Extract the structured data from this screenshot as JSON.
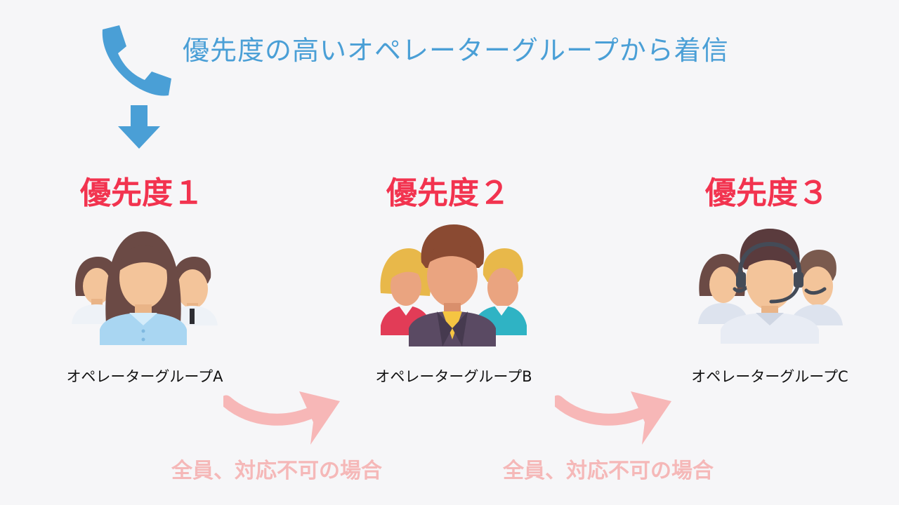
{
  "header": {
    "text": "優先度の高いオペレーターグループから着信",
    "phone_icon": "phone-icon",
    "down_arrow_icon": "arrow-down-icon"
  },
  "colors": {
    "background": "#f6f6f8",
    "heading": "#4a9fd6",
    "priority": "#f2334f",
    "condition": "#f5b8b8",
    "flow_arrow": "#f7b7b7"
  },
  "groups": [
    {
      "priority_label": "優先度１",
      "name": "オペレーターグループA",
      "icon": "office-team-icon"
    },
    {
      "priority_label": "優先度２",
      "name": "オペレーターグループB",
      "icon": "business-team-icon"
    },
    {
      "priority_label": "優先度３",
      "name": "オペレーターグループC",
      "icon": "call-center-team-icon"
    }
  ],
  "transitions": [
    {
      "condition": "全員、対応不可の場合"
    },
    {
      "condition": "全員、対応不可の場合"
    }
  ]
}
